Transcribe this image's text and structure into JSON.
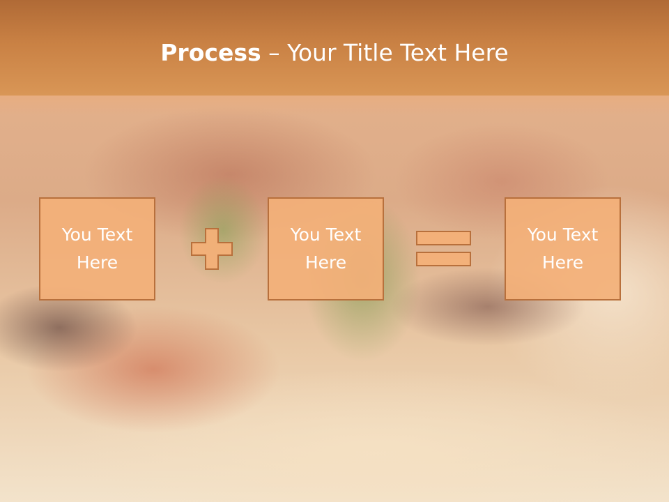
{
  "title": {
    "bold": "Process",
    "rest": " – Your Title Text Here"
  },
  "steps": [
    {
      "label": "You Text Here"
    },
    {
      "label": "You Text Here"
    },
    {
      "label": "You Text Here"
    }
  ],
  "operators": [
    "plus-icon",
    "equals-icon"
  ],
  "colors": {
    "header": "#c98144",
    "box_fill": "#f3b078",
    "box_border": "#b8703c",
    "text": "#ffffff"
  }
}
